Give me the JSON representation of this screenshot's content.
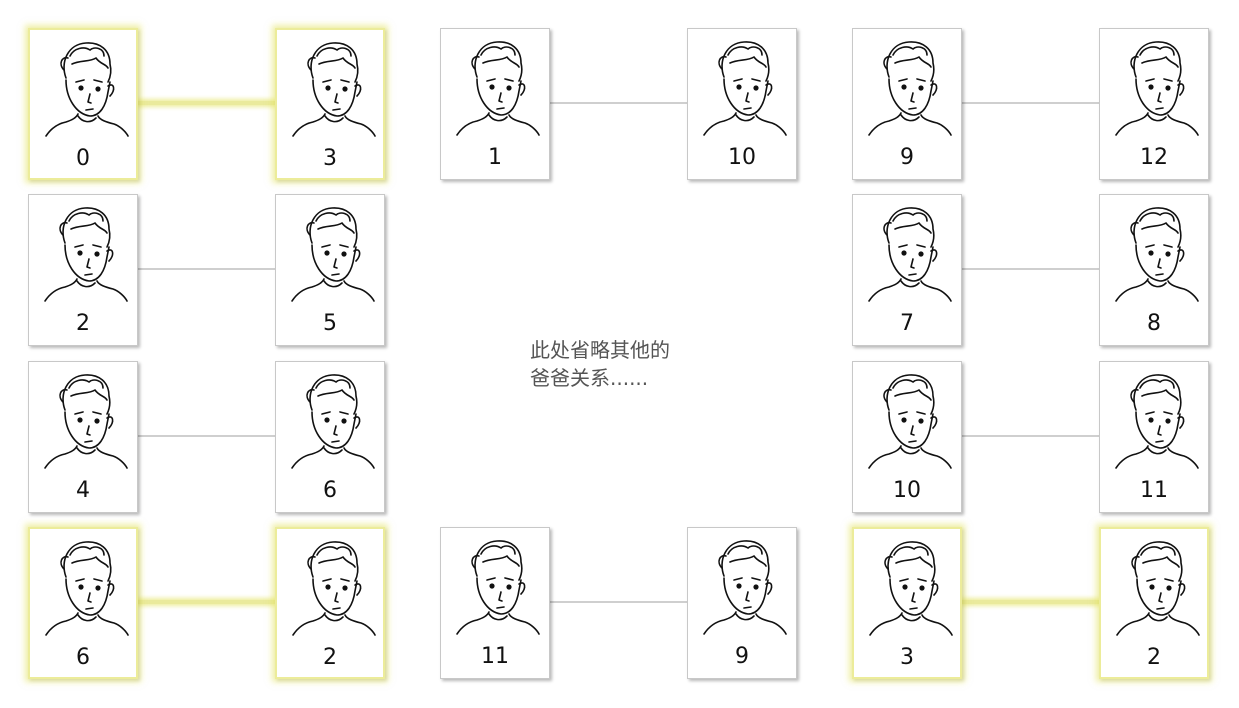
{
  "colors": {
    "highlight": "#eaea9c",
    "link": "#cfcfcf",
    "note_text": "#555555"
  },
  "face_icon": "person-sketch-icon",
  "note": {
    "line1": "此处省略其他的",
    "line2": "爸爸关系......"
  },
  "pairs": [
    {
      "left": "0",
      "right": "3",
      "highlighted": true
    },
    {
      "left": "1",
      "right": "10",
      "highlighted": false
    },
    {
      "left": "9",
      "right": "12",
      "highlighted": false
    },
    {
      "left": "2",
      "right": "5",
      "highlighted": false
    },
    {
      "left": "7",
      "right": "8",
      "highlighted": false
    },
    {
      "left": "4",
      "right": "6",
      "highlighted": false
    },
    {
      "left": "10",
      "right": "11",
      "highlighted": false
    },
    {
      "left": "6",
      "right": "2",
      "highlighted": true
    },
    {
      "left": "11",
      "right": "9",
      "highlighted": false
    },
    {
      "left": "3",
      "right": "2",
      "highlighted": true
    }
  ]
}
